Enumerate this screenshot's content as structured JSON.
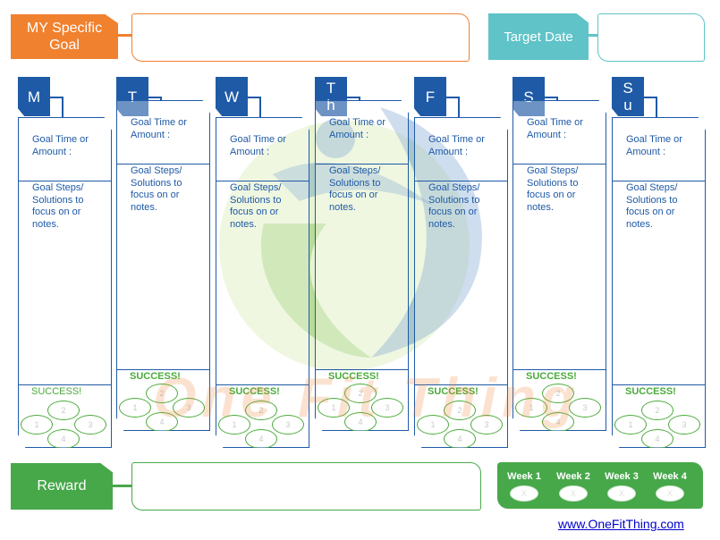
{
  "header": {
    "goal_label": "MY Specific Goal",
    "target_label": "Target Date"
  },
  "watermark": "One Fit Thing",
  "days": [
    {
      "label": "M",
      "goal_text": "Goal Time or\nAmount :",
      "steps_text": "Goal Steps/\nSolutions to\nfocus on or\nnotes.",
      "success": "SUCCESS!",
      "ovals": [
        "1",
        "2",
        "3",
        "4"
      ]
    },
    {
      "label": "T",
      "goal_text": "Goal Time or\nAmount :",
      "steps_text": "Goal Steps/\nSolutions to\nfocus on or\nnotes.",
      "success": "SUCCESS!",
      "ovals": [
        "1",
        "2",
        "3",
        "4"
      ]
    },
    {
      "label": "W",
      "goal_text": "Goal Time or\nAmount :",
      "steps_text": "Goal Steps/\nSolutions to\nfocus on or\nnotes.",
      "success": "SUCCESS!",
      "ovals": [
        "1",
        "2",
        "3",
        "4"
      ]
    },
    {
      "label": "T h",
      "goal_text": "Goal Time or\nAmount :",
      "steps_text": "Goal Steps/\nSolutions to\nfocus on or\nnotes.",
      "success": "SUCCESS!",
      "ovals": [
        "1",
        "2",
        "3",
        "4"
      ]
    },
    {
      "label": "F",
      "goal_text": "Goal Time or\nAmount :",
      "steps_text": "Goal Steps/\nSolutions to\nfocus on or\nnotes.",
      "success": "SUCCESS!",
      "ovals": [
        "1",
        "2",
        "3",
        "4"
      ]
    },
    {
      "label": "S",
      "goal_text": "Goal Time or\nAmount :",
      "steps_text": "Goal Steps/\nSolutions to\nfocus on or\nnotes.",
      "success": "SUCCESS!",
      "ovals": [
        "1",
        "2",
        "3",
        "4"
      ]
    },
    {
      "label": "S u",
      "goal_text": "Goal Time or\nAmount :",
      "steps_text": "Goal Steps/\nSolutions to\nfocus on or\nnotes.",
      "success": "SUCCESS!",
      "ovals": [
        "1",
        "2",
        "3",
        "4"
      ]
    }
  ],
  "footer": {
    "reward_label": "Reward",
    "weeks": [
      {
        "label": "Week 1",
        "mark": "X"
      },
      {
        "label": "Week 2",
        "mark": "X"
      },
      {
        "label": "Week 3",
        "mark": "X"
      },
      {
        "label": "Week 4",
        "mark": "X"
      }
    ],
    "url": "www.OneFitThing.com"
  },
  "colors": {
    "goal": "#f0812e",
    "target": "#5fc3c8",
    "day": "#1f5aa6",
    "reward": "#47a84a",
    "success": "#4aab3a"
  }
}
